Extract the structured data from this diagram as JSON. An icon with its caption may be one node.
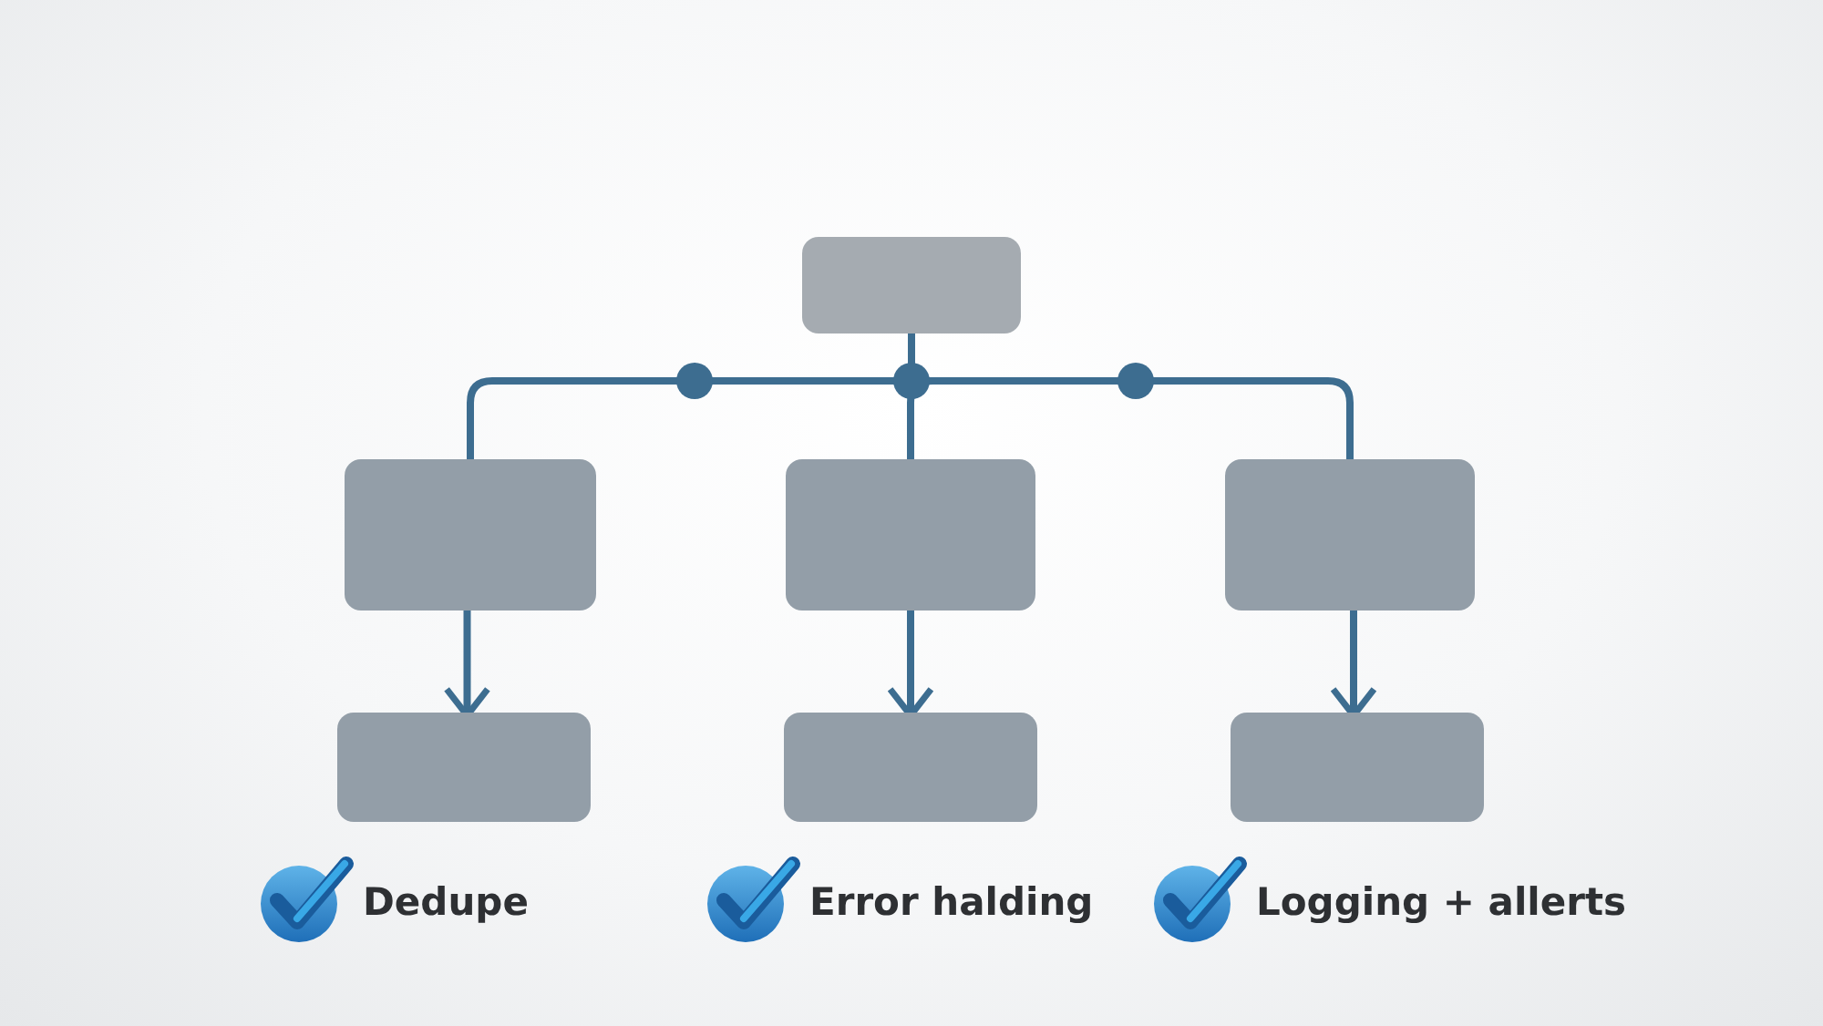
{
  "diagram": {
    "nodes": [
      {
        "text": [],
        "shape": "box"
      },
      {
        "text": [],
        "shape": "box"
      },
      {
        "text": [],
        "shape": "box"
      },
      {
        "text": [],
        "shape": "box"
      },
      {
        "text": [],
        "shape": "box",
        "beside": [
          "Dedupe"
        ]
      },
      {
        "text": [],
        "shape": "box",
        "beside": [
          "Error halding"
        ]
      },
      {
        "text": [],
        "shape": "box",
        "beside": [
          "Logging + allerts"
        ]
      }
    ],
    "edges": [
      {
        "from": 0,
        "to": 1,
        "arrow": "none"
      },
      {
        "from": 0,
        "to": 2,
        "arrow": "none"
      },
      {
        "from": 0,
        "to": 3,
        "arrow": "none"
      },
      {
        "from": 1,
        "to": 4,
        "arrow": "to"
      },
      {
        "from": 2,
        "to": 5,
        "arrow": "to"
      },
      {
        "from": 3,
        "to": 6,
        "arrow": "to"
      }
    ]
  }
}
